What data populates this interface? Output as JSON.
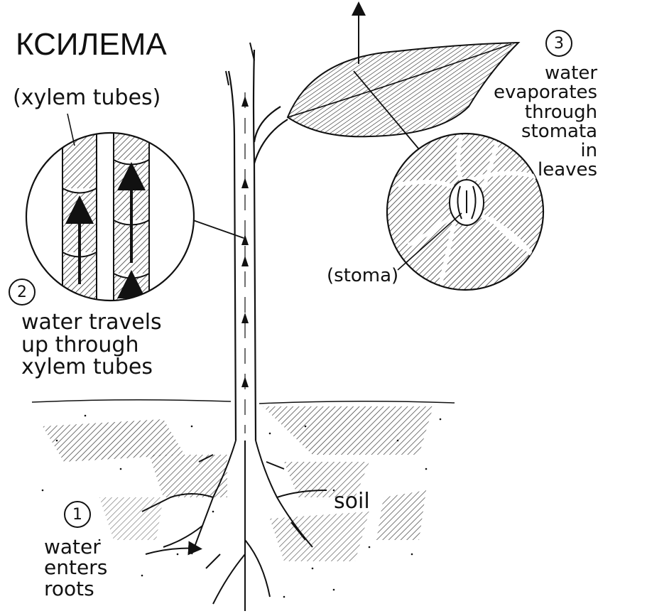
{
  "title": "КСИЛЕМА",
  "labels": {
    "xylem_tubes": "(xylem tubes)",
    "step2_text": "water travels\nup through\nxylem tubes",
    "step3_text": "water\nevaporates\nthrough\nstomata\nin\nleaves",
    "stoma": "(stoma)",
    "soil": "soil",
    "step1_text": "water\nenters\nroots"
  },
  "steps": {
    "one": "1",
    "two": "2",
    "three": "3"
  },
  "colors": {
    "ink": "#111111",
    "background": "#ffffff"
  }
}
